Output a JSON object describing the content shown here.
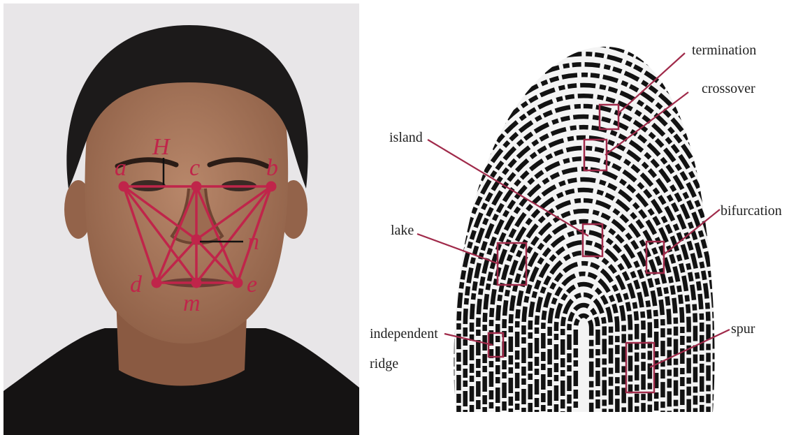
{
  "colors": {
    "accent": "#c0254a",
    "callout": "#a02a4a",
    "label_text": "#222222",
    "photo_background": "#e8e6e8",
    "hair": "#1c1a1a",
    "skin": "#a8785e",
    "shirt": "#151313",
    "fingerprint_ridge": "#121212"
  },
  "face_panel": {
    "icons": [
      "face-photo"
    ],
    "graph": {
      "vertices": {
        "a": "a",
        "c": "c",
        "b": "b",
        "n": "n",
        "d": "d",
        "m": "m",
        "e": "e"
      },
      "distance_label": "H"
    }
  },
  "fingerprint_panel": {
    "icons": [
      "fingerprint-image"
    ],
    "minutiae": {
      "termination": "termination",
      "crossover": "crossover",
      "island": "island",
      "bifurcation": "bifurcation",
      "lake": "lake",
      "independent_ridge_line1": "independent",
      "independent_ridge_line2": "ridge",
      "spur": "spur"
    }
  }
}
